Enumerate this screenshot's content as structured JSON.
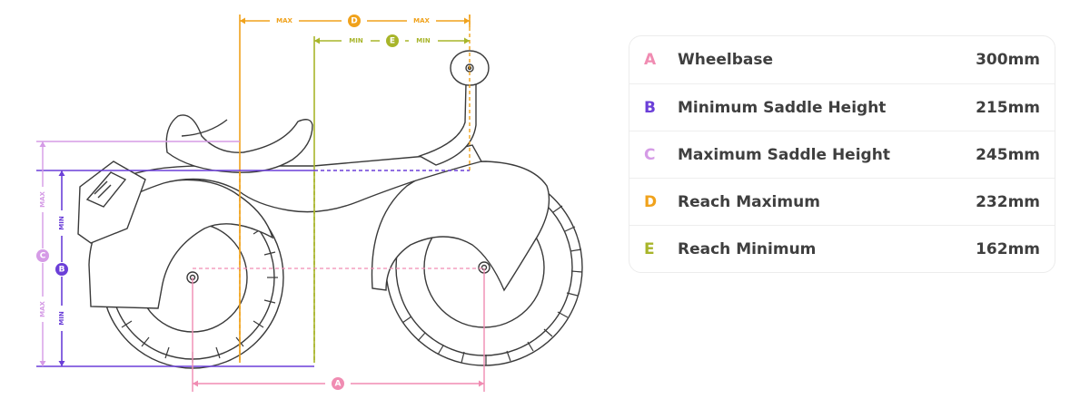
{
  "colors": {
    "A": "#f08cb2",
    "B": "#6b3fd8",
    "C": "#d59be6",
    "D": "#f0a21c",
    "E": "#a8b52a",
    "drawing": "#3a3a3a"
  },
  "dimensions": {
    "D": {
      "letter": "D",
      "left": "MAX",
      "right": "MAX"
    },
    "E": {
      "letter": "E",
      "left": "MIN",
      "right": "MIN"
    },
    "C": {
      "letter": "C",
      "top": "MAX",
      "bottom": "MAX"
    },
    "B": {
      "letter": "B",
      "top": "MIN",
      "bottom": "MIN"
    },
    "A": {
      "letter": "A"
    }
  },
  "specs": [
    {
      "letter": "A",
      "label": "Wheelbase",
      "value": "300mm",
      "color": "#f08cb2"
    },
    {
      "letter": "B",
      "label": "Minimum Saddle Height",
      "value": "215mm",
      "color": "#6b3fd8"
    },
    {
      "letter": "C",
      "label": "Maximum Saddle Height",
      "value": "245mm",
      "color": "#d59be6"
    },
    {
      "letter": "D",
      "label": "Reach Maximum",
      "value": "232mm",
      "color": "#f0a21c"
    },
    {
      "letter": "E",
      "label": "Reach Minimum",
      "value": "162mm",
      "color": "#a8b52a"
    }
  ]
}
